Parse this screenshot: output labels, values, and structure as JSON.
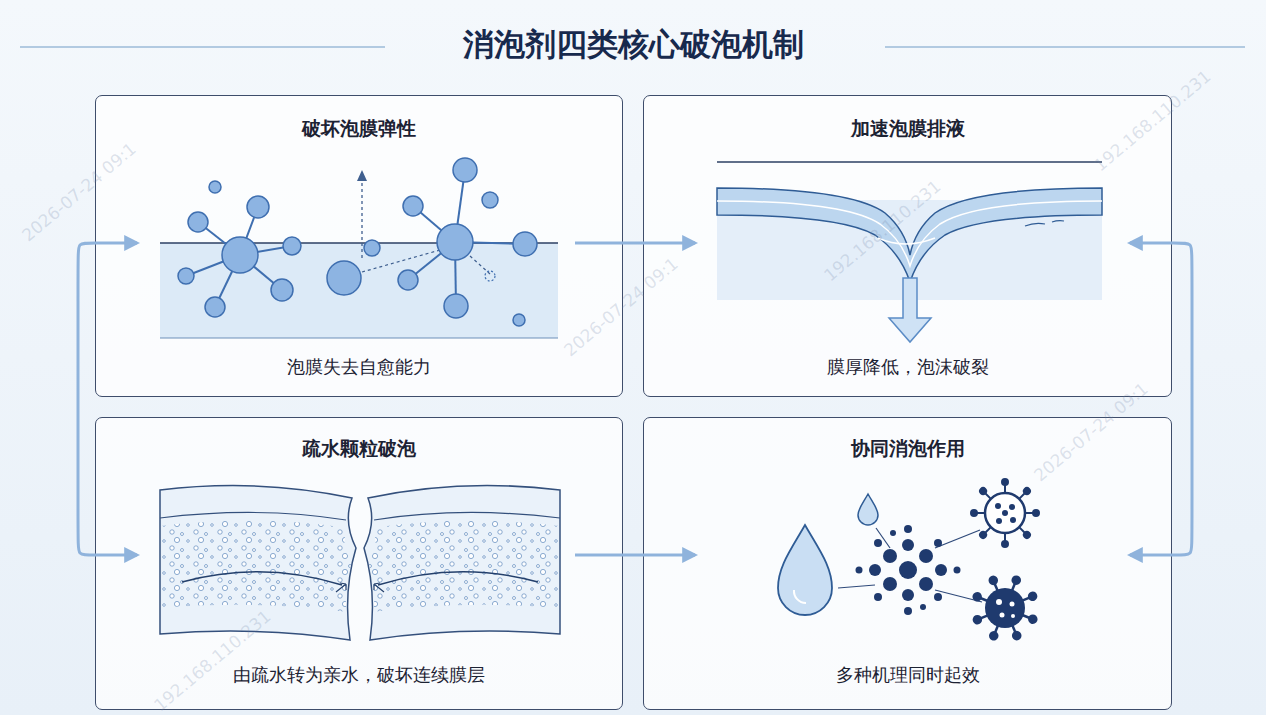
{
  "diagram": {
    "title": "消泡剂四类核心破泡机制",
    "nodes": [
      {
        "text": [
          "破坏泡膜弹性",
          "泡膜失去自愈能力"
        ]
      },
      {
        "text": [
          "加速泡膜排液",
          "膜厚降低，泡沫破裂"
        ]
      },
      {
        "text": [
          "疏水颗粒破泡",
          "由疏水转为亲水，破坏连续膜层"
        ]
      },
      {
        "text": [
          "协同消泡作用",
          "多种机理同时起效"
        ]
      }
    ],
    "edges": [
      {
        "from": 0,
        "to": 1,
        "arrow": "to"
      },
      {
        "from": 2,
        "to": 3,
        "arrow": "to"
      },
      {
        "from": 0,
        "to": 2,
        "arrow": "both"
      },
      {
        "from": 1,
        "to": 3,
        "arrow": "both"
      }
    ],
    "labels": [
      "2026-07-24 09:1",
      "192.168.110.231",
      "2026-07-24 09:1",
      "192.168.110.231",
      "2026-07-24 09:1",
      "192.168.110.231"
    ]
  }
}
